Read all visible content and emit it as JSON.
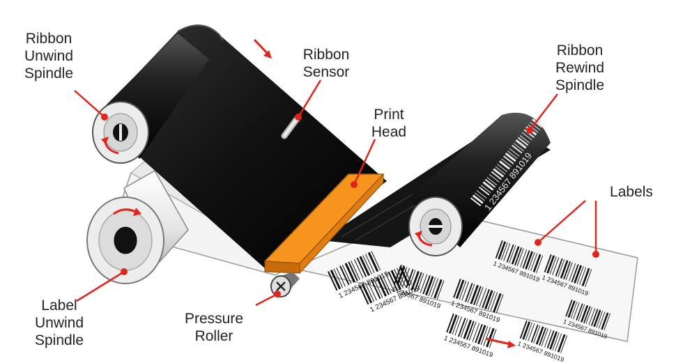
{
  "labels": {
    "ribbon_unwind": [
      "Ribbon",
      "Unwind",
      "Spindle"
    ],
    "ribbon_sensor": [
      "Ribbon",
      "Sensor"
    ],
    "print_head": [
      "Print",
      "Head"
    ],
    "ribbon_rewind": [
      "Ribbon",
      "Rewind",
      "Spindle"
    ],
    "labels_text": "Labels",
    "label_unwind": [
      "Label",
      "Unwind",
      "Spindle"
    ],
    "pressure_roller": [
      "Pressure",
      "Roller"
    ]
  },
  "barcode_number": "1 234567 891019",
  "colors": {
    "ribbon": "#1b1b1b",
    "print_head": "#f7941d",
    "print_head_dark": "#c96a0b",
    "pointer": "#e2231a",
    "label_stock": "#f2f2f2",
    "spindle_face": "#d9d9d9"
  },
  "icons": {
    "pointer_dot": "red-dot-pointer",
    "rotation_arrow": "curved-red-arrow",
    "feed_arrow": "red-straight-arrow"
  }
}
